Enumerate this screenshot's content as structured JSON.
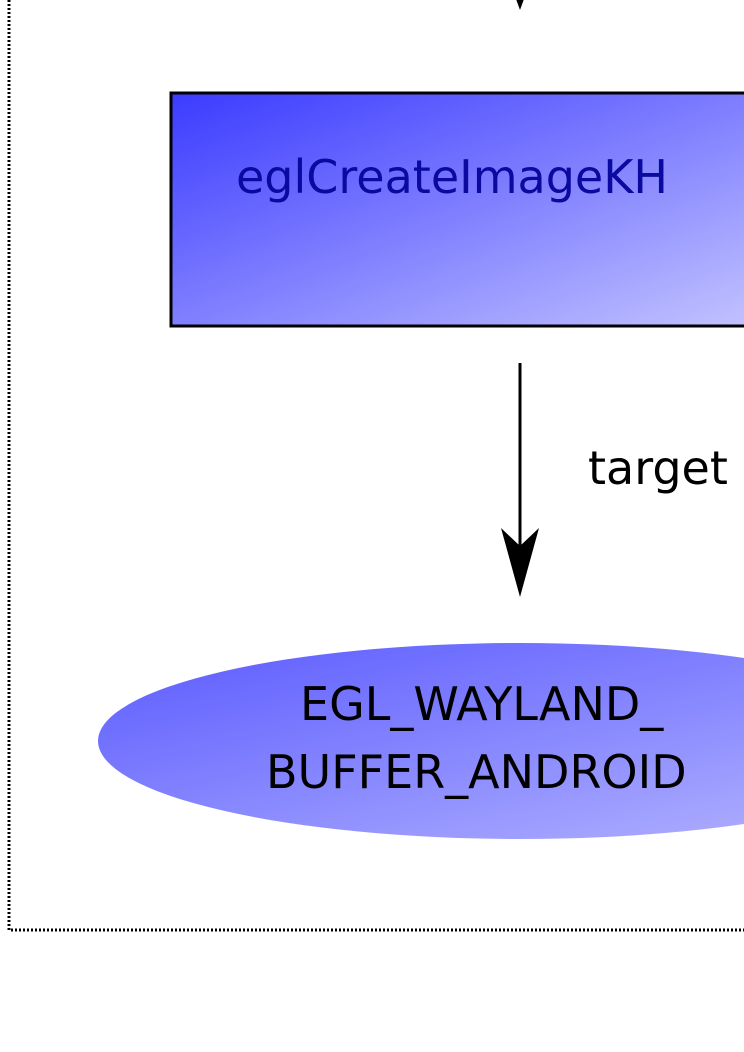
{
  "diagram": {
    "function_node": {
      "label": "eglCreateImageKH"
    },
    "edge": {
      "label": "target"
    },
    "result_node": {
      "line1": "EGL_WAYLAND_",
      "line2": "BUFFER_ANDROID"
    }
  },
  "colors": {
    "function_fill_start": "#3b3bff",
    "function_fill_end": "#c4c4ff",
    "function_text": "#0a0aa0",
    "ellipse_fill_start": "#5a5aff",
    "ellipse_fill_end": "#b6b6ff",
    "frame_border": "#000000"
  }
}
